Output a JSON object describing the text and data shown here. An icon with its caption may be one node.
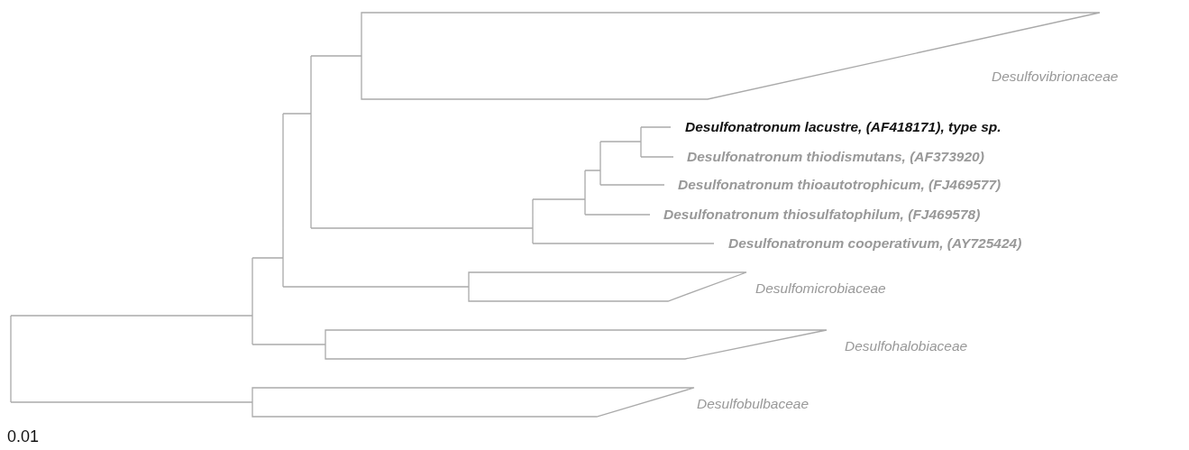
{
  "diagram": {
    "nodes": [
      {
        "text": [],
        "shape": "triangle",
        "beside": [
          "Desulfovibrionaceae"
        ]
      },
      {
        "text": [
          "Desulfonatronum lacustre, (AF418171), type sp."
        ]
      },
      {
        "text": [
          "Desulfonatronum thiodismutans, (AF373920)"
        ]
      },
      {
        "text": [
          "Desulfonatronum thioautotrophicum, (FJ469577)"
        ]
      },
      {
        "text": [
          "Desulfonatronum thiosulfatophilum, (FJ469578)"
        ]
      },
      {
        "text": [
          "Desulfonatronum cooperativum, (AY725424)"
        ]
      },
      {
        "text": [],
        "shape": "triangle",
        "beside": [
          "Desulfomicrobiaceae"
        ]
      },
      {
        "text": [],
        "shape": "triangle",
        "beside": [
          "Desulfohalobiaceae"
        ]
      },
      {
        "text": [],
        "shape": "triangle",
        "beside": [
          "Desulfobulbaceae"
        ]
      }
    ],
    "labels": [
      "0.01"
    ]
  }
}
